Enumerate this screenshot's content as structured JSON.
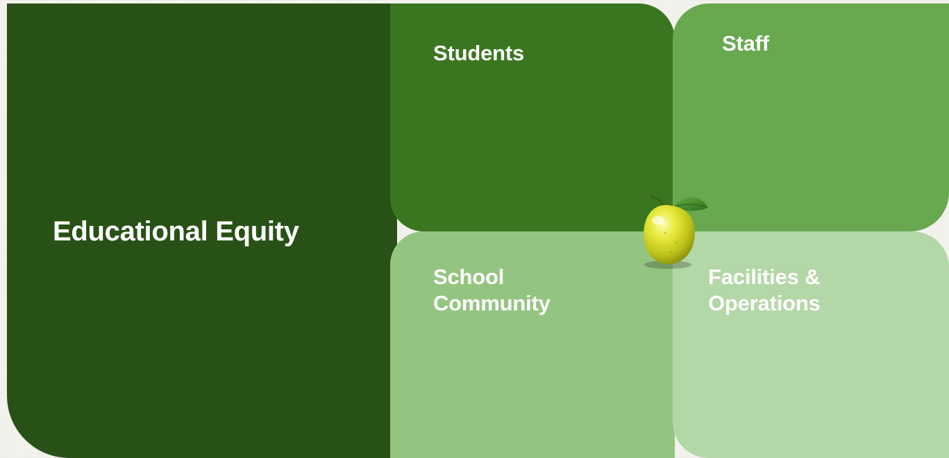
{
  "diagram": {
    "main": {
      "label": "Educational Equity"
    },
    "segments": [
      {
        "label": "Students"
      },
      {
        "label": "Staff"
      },
      {
        "label": "School\nCommunity"
      },
      {
        "label": "Facilities &\nOperations"
      }
    ]
  },
  "colors": {
    "main": "#285116",
    "students": "#3a761f",
    "staff": "#68a84f",
    "school_community": "#94c580",
    "facilities_operations": "#b3d7a6",
    "lemon": "#d9e02a",
    "leaf": "#3f8a2a"
  },
  "icons": {
    "center": "lemon-icon"
  }
}
